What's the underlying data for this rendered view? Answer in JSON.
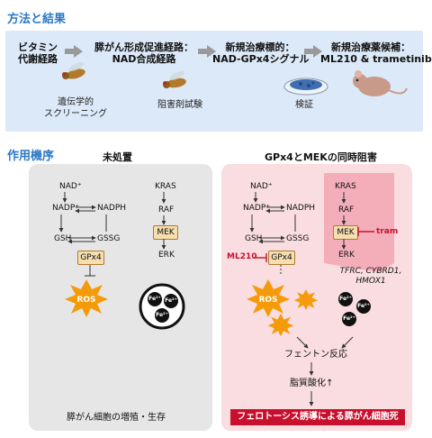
{
  "sections": {
    "methods_title": "方法と結果",
    "mechanism_title": "作用機序"
  },
  "flow": {
    "step1_line1": "ビタミン",
    "step1_line2": "代謝経路",
    "step2_line1": "膵がん形成促進経路：",
    "step2_line2": "NAD合成経路",
    "step3_line1": "新規治療標的：",
    "step3_line2": "NAD-GPx4シグナル",
    "step4_line1": "新規治療薬候補：",
    "step4_line2": "ML210 & trametinib",
    "cap_screen_line1": "遺伝学的",
    "cap_screen_line2": "スクリーニング",
    "cap_inhibitor": "阻害剤試験",
    "cap_verify": "検証"
  },
  "left_panel": {
    "title": "未処置",
    "nad": "NAD⁺",
    "nadp": "NADP⁺",
    "nadph": "NADPH",
    "gsh": "GSH",
    "gssg": "GSSG",
    "gpx4": "GPx4",
    "ros": "ROS",
    "kras": "KRAS",
    "raf": "RAF",
    "mek": "MEK",
    "erk": "ERK",
    "fe": "Fe²⁺",
    "outcome": "膵がん細胞の増殖・生存"
  },
  "right_panel": {
    "title": "GPx4とMEKの同時阻害",
    "nad": "NAD⁺",
    "nadp": "NADP⁺",
    "nadph": "NADPH",
    "gsh": "GSH",
    "gssg": "GSSG",
    "gpx4": "GPx4",
    "ml210": "ML210",
    "ros": "ROS",
    "kras": "KRAS",
    "raf": "RAF",
    "mek": "MEK",
    "tram": "tram",
    "erk": "ERK",
    "genes_line1": "TFRC, CYBRD1,",
    "genes_line2": "HMOX1",
    "fe": "Fe²⁺",
    "fenton": "フェントン反応",
    "lipid": "脂質酸化↑",
    "outcome": "フェロトーシス誘導による膵がん細胞死"
  },
  "colors": {
    "accent": "#2b78c6",
    "top_bg": "#dce9f8",
    "left_panel_bg": "#e6e6e6",
    "right_panel_bg": "#f9dde0",
    "alert_red": "#c8102e",
    "ros_orange": "#f59b0a"
  }
}
